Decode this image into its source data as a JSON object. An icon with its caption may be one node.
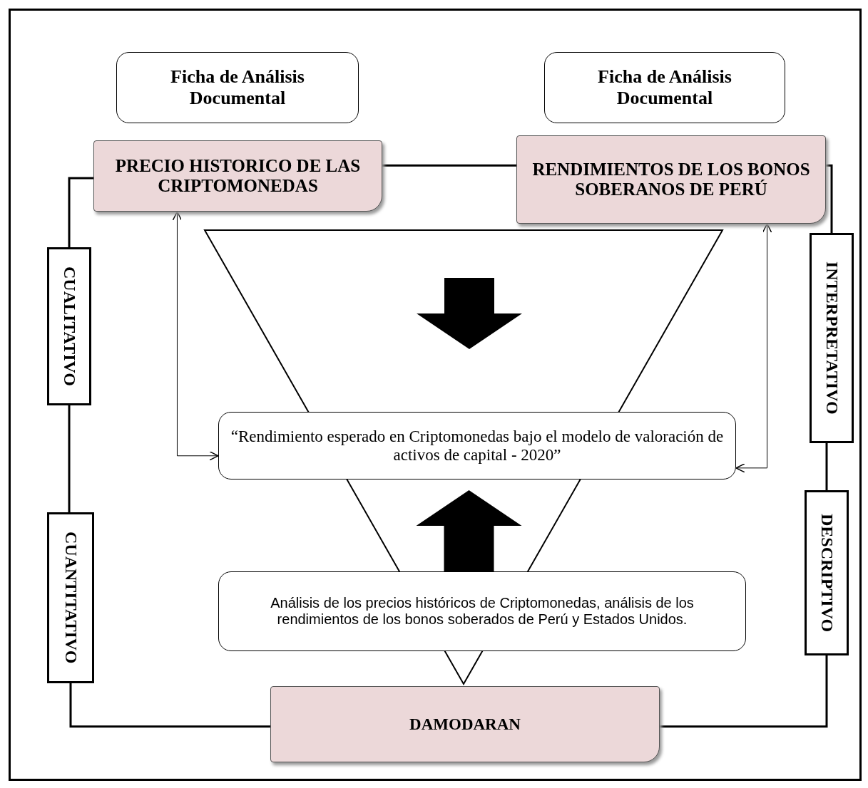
{
  "diagram": {
    "nodes": [
      {
        "text": [
          "Ficha de Análisis Documental"
        ]
      },
      {
        "text": [
          "Ficha de Análisis Documental"
        ]
      },
      {
        "text": [
          "PRECIO HISTORICO DE LAS CRIPTOMONEDAS"
        ]
      },
      {
        "text": [
          "RENDIMIENTOS DE LOS BONOS SOBERANOS DE PERÚ"
        ]
      },
      {
        "text": [
          "CUALITATIVO"
        ]
      },
      {
        "text": [
          "CUANTITATIVO"
        ]
      },
      {
        "text": [
          "INTERPRETATIVO"
        ]
      },
      {
        "text": [
          "DESCRIPTIVO"
        ]
      },
      {
        "text": [
          "“Rendimiento esperado en Criptomonedas bajo el modelo de valoración de activos de capital - 2020”"
        ]
      },
      {
        "text": [
          "Análisis de los precios históricos de Criptomonedas, análisis de los rendimientos de los bonos soberados de Perú y Estados Unidos."
        ]
      },
      {
        "text": [
          "DAMODARAN"
        ]
      }
    ],
    "edges": [
      {
        "from": 2,
        "to": 4,
        "arrow": "none"
      },
      {
        "from": 4,
        "to": 5,
        "arrow": "none"
      },
      {
        "from": 5,
        "to": 10,
        "arrow": "none"
      },
      {
        "from": 10,
        "to": 7,
        "arrow": "none"
      },
      {
        "from": 7,
        "to": 6,
        "arrow": "none"
      },
      {
        "from": 6,
        "to": 3,
        "arrow": "none"
      },
      {
        "from": 3,
        "to": 2,
        "arrow": "none"
      },
      {
        "from": 8,
        "to": 2,
        "arrow": "both"
      },
      {
        "from": 8,
        "to": 3,
        "arrow": "both"
      },
      {
        "from": null,
        "to": 8,
        "arrow": "to",
        "style": "thick"
      },
      {
        "from": 9,
        "to": 8,
        "arrow": "to",
        "style": "thick"
      }
    ]
  }
}
